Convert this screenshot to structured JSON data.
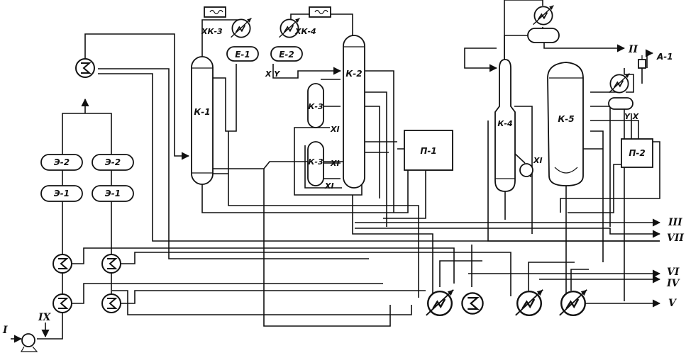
{
  "labels": {
    "k1": "К-1",
    "k2": "К-2",
    "k3a": "К-3",
    "k3b": "К-3",
    "k4": "К-4",
    "k5": "К-5",
    "e1": "Е-1",
    "e2": "Е-2",
    "hk3": "ХК-3",
    "hk4": "ХК-4",
    "p1": "П-1",
    "p2": "П-2",
    "a1": "А-1",
    "e2a": "Э-2",
    "e2b": "Э-2",
    "e1a": "Э-1",
    "e1b": "Э-1",
    "xy": "Х Y",
    "yx": "Y Х",
    "xi_1": "XI",
    "xi_2": "XI",
    "xi_3": "XI",
    "xi_4": "XI"
  },
  "streams": {
    "i": "I",
    "ii": "II",
    "iii": "III",
    "iv": "IV",
    "v": "V",
    "vi": "VI",
    "vii": "VII",
    "ix": "IX"
  }
}
